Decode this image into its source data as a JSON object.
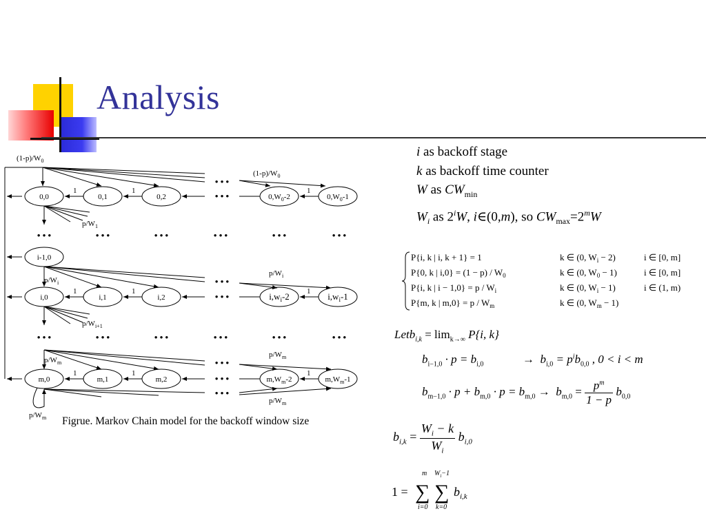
{
  "slide": {
    "title": "Analysis",
    "caption": "Figrue. Markov Chain model for the backoff window size"
  },
  "definitions": {
    "i_var": "i",
    "i_text": " as backoff stage",
    "k_var": "k",
    "k_text": " as backoff time counter",
    "w_var": "W",
    "w_text": " as ",
    "cw": "CW",
    "cw_min_sub": "min",
    "wi_var": "W",
    "wi_sub": "i",
    "wi_as": " as 2",
    "wi_sup": "i",
    "wi_w": "W",
    "wi_comma": ", ",
    "wi_i": "i",
    "wi_in": "∈(0,",
    "wi_m": "m",
    "wi_so": "), so ",
    "wi_cw": "CW",
    "wi_max_sub": "max",
    "wi_eq": "=2",
    "wi_m_sup": "m",
    "wi_w2": "W"
  },
  "figure": {
    "labels": {
      "top_loop": "(1-p)/W",
      "top_loop_sub": "0",
      "top_right_loop": "(1-p)/W",
      "top_right_loop_sub": "0",
      "p_w1": "p/W",
      "p_w1_sub": "1",
      "p_wi_left": "p/W",
      "p_wi_left_sub": "i",
      "p_wi_right": "p/W",
      "p_wi_right_sub": "i",
      "p_wi1": "p/W",
      "p_wi1_sub": "i+1",
      "p_wm_left": "p/W",
      "p_wm_left_sub": "m",
      "p_wm_top": "p/W",
      "p_wm_top_sub": "m",
      "p_wm_bottom": "p/W",
      "p_wm_bottom_sub": "m",
      "p_wm_loop": "p/W",
      "p_wm_loop_sub": "m",
      "one": "1",
      "dots": "• • •"
    },
    "nodes": {
      "n00": "0,0",
      "n01": "0,1",
      "n02": "0,2",
      "n0w2": "0,W",
      "n0w2_sub": "0",
      "n0w2_tail": "-2",
      "n0w1": "0,W",
      "n0w1_sub": "0",
      "n0w1_tail": "-1",
      "ni10": "i-1,0",
      "ni0": "i,0",
      "ni1": "i,1",
      "ni2": "i,2",
      "niw2": "i,w",
      "niw2_sub": "i",
      "niw2_tail": "-2",
      "niw1": "i,w",
      "niw1_sub": "i",
      "niw1_tail": "-1",
      "nm0": "m,0",
      "nm1": "m,1",
      "nm2": "m,2",
      "nmw2": "m,W",
      "nmw2_sub": "m",
      "nmw2_tail": "-2",
      "nmw1": "m,W",
      "nmw1_sub": "m",
      "nmw1_tail": "-1"
    }
  },
  "equations": {
    "transitions": [
      {
        "lhs": "P{i, k | i, k + 1} = 1",
        "cond1": "k ∈ (0, W",
        "cond1_sub": "i",
        "cond1_tail": " − 2)",
        "cond2": "i ∈ [0, m]"
      },
      {
        "lhs": "P{0, k | i,0} = (1 − p) / W",
        "lhs_sub": "0",
        "cond1": "k ∈ (0, W",
        "cond1_sub": "0",
        "cond1_tail": " − 1)",
        "cond2": "i ∈ [0, m]"
      },
      {
        "lhs": "P{i, k | i − 1,0} = p / W",
        "lhs_sub": "i",
        "cond1": "k ∈ (0, W",
        "cond1_sub": "i",
        "cond1_tail": " − 1)",
        "cond2": "i ∈ (1, m)"
      },
      {
        "lhs": "P{m, k | m,0} = p / W",
        "lhs_sub": "m",
        "cond1": "k ∈ (0, W",
        "cond1_sub": "m",
        "cond1_tail": " − 1)",
        "cond2": ""
      }
    ],
    "let": "Let",
    "let_b": "b",
    "let_b_sub": "i,k",
    "let_eq": " = lim",
    "let_lim_sub": "k→∞",
    "let_p": "P",
    "let_tail": "{i, k}",
    "eq1_lhs": "b",
    "eq1_lhs_sub": "i−1,0",
    "eq1_mid": " · p = b",
    "eq1_mid_sub": "i,0",
    "eq1_arrow": "→",
    "eq1_rhs": "b",
    "eq1_rhs_sub": "i,0",
    "eq1_rhs_eq": " = p",
    "eq1_rhs_sup": "i",
    "eq1_rhs_b": "b",
    "eq1_rhs_b_sub": "0,0",
    "eq1_cond": " , 0 < i < m",
    "eq2_a": "b",
    "eq2_a_sub": "m−1,0",
    "eq2_b": " · p + b",
    "eq2_b_sub": "m,0",
    "eq2_c": " · p = b",
    "eq2_c_sub": "m,0",
    "eq2_arrow": "→",
    "eq2_d": "b",
    "eq2_d_sub": "m,0",
    "eq2_eq": " =",
    "eq2_num": "p",
    "eq2_num_sup": "m",
    "eq2_den": "1 − p",
    "eq2_tail": "b",
    "eq2_tail_sub": "0,0",
    "eq3_lhs": "b",
    "eq3_lhs_sub": "i,k",
    "eq3_eq": "=",
    "eq3_num": "W",
    "eq3_num_sub": "i",
    "eq3_num_tail": " − k",
    "eq3_den": "W",
    "eq3_den_sub": "i",
    "eq3_tail": "b",
    "eq3_tail_sub": "i,0",
    "eq4_lhs": "1 =",
    "eq4_sum1_top": "m",
    "eq4_sum1_bot": "i=0",
    "eq4_sum2_top": "W",
    "eq4_sum2_top_sub": "i",
    "eq4_sum2_top_tail": "−1",
    "eq4_sum2_bot": "k=0",
    "eq4_b": "b",
    "eq4_b_sub": "i,k",
    "sigma": "∑"
  }
}
